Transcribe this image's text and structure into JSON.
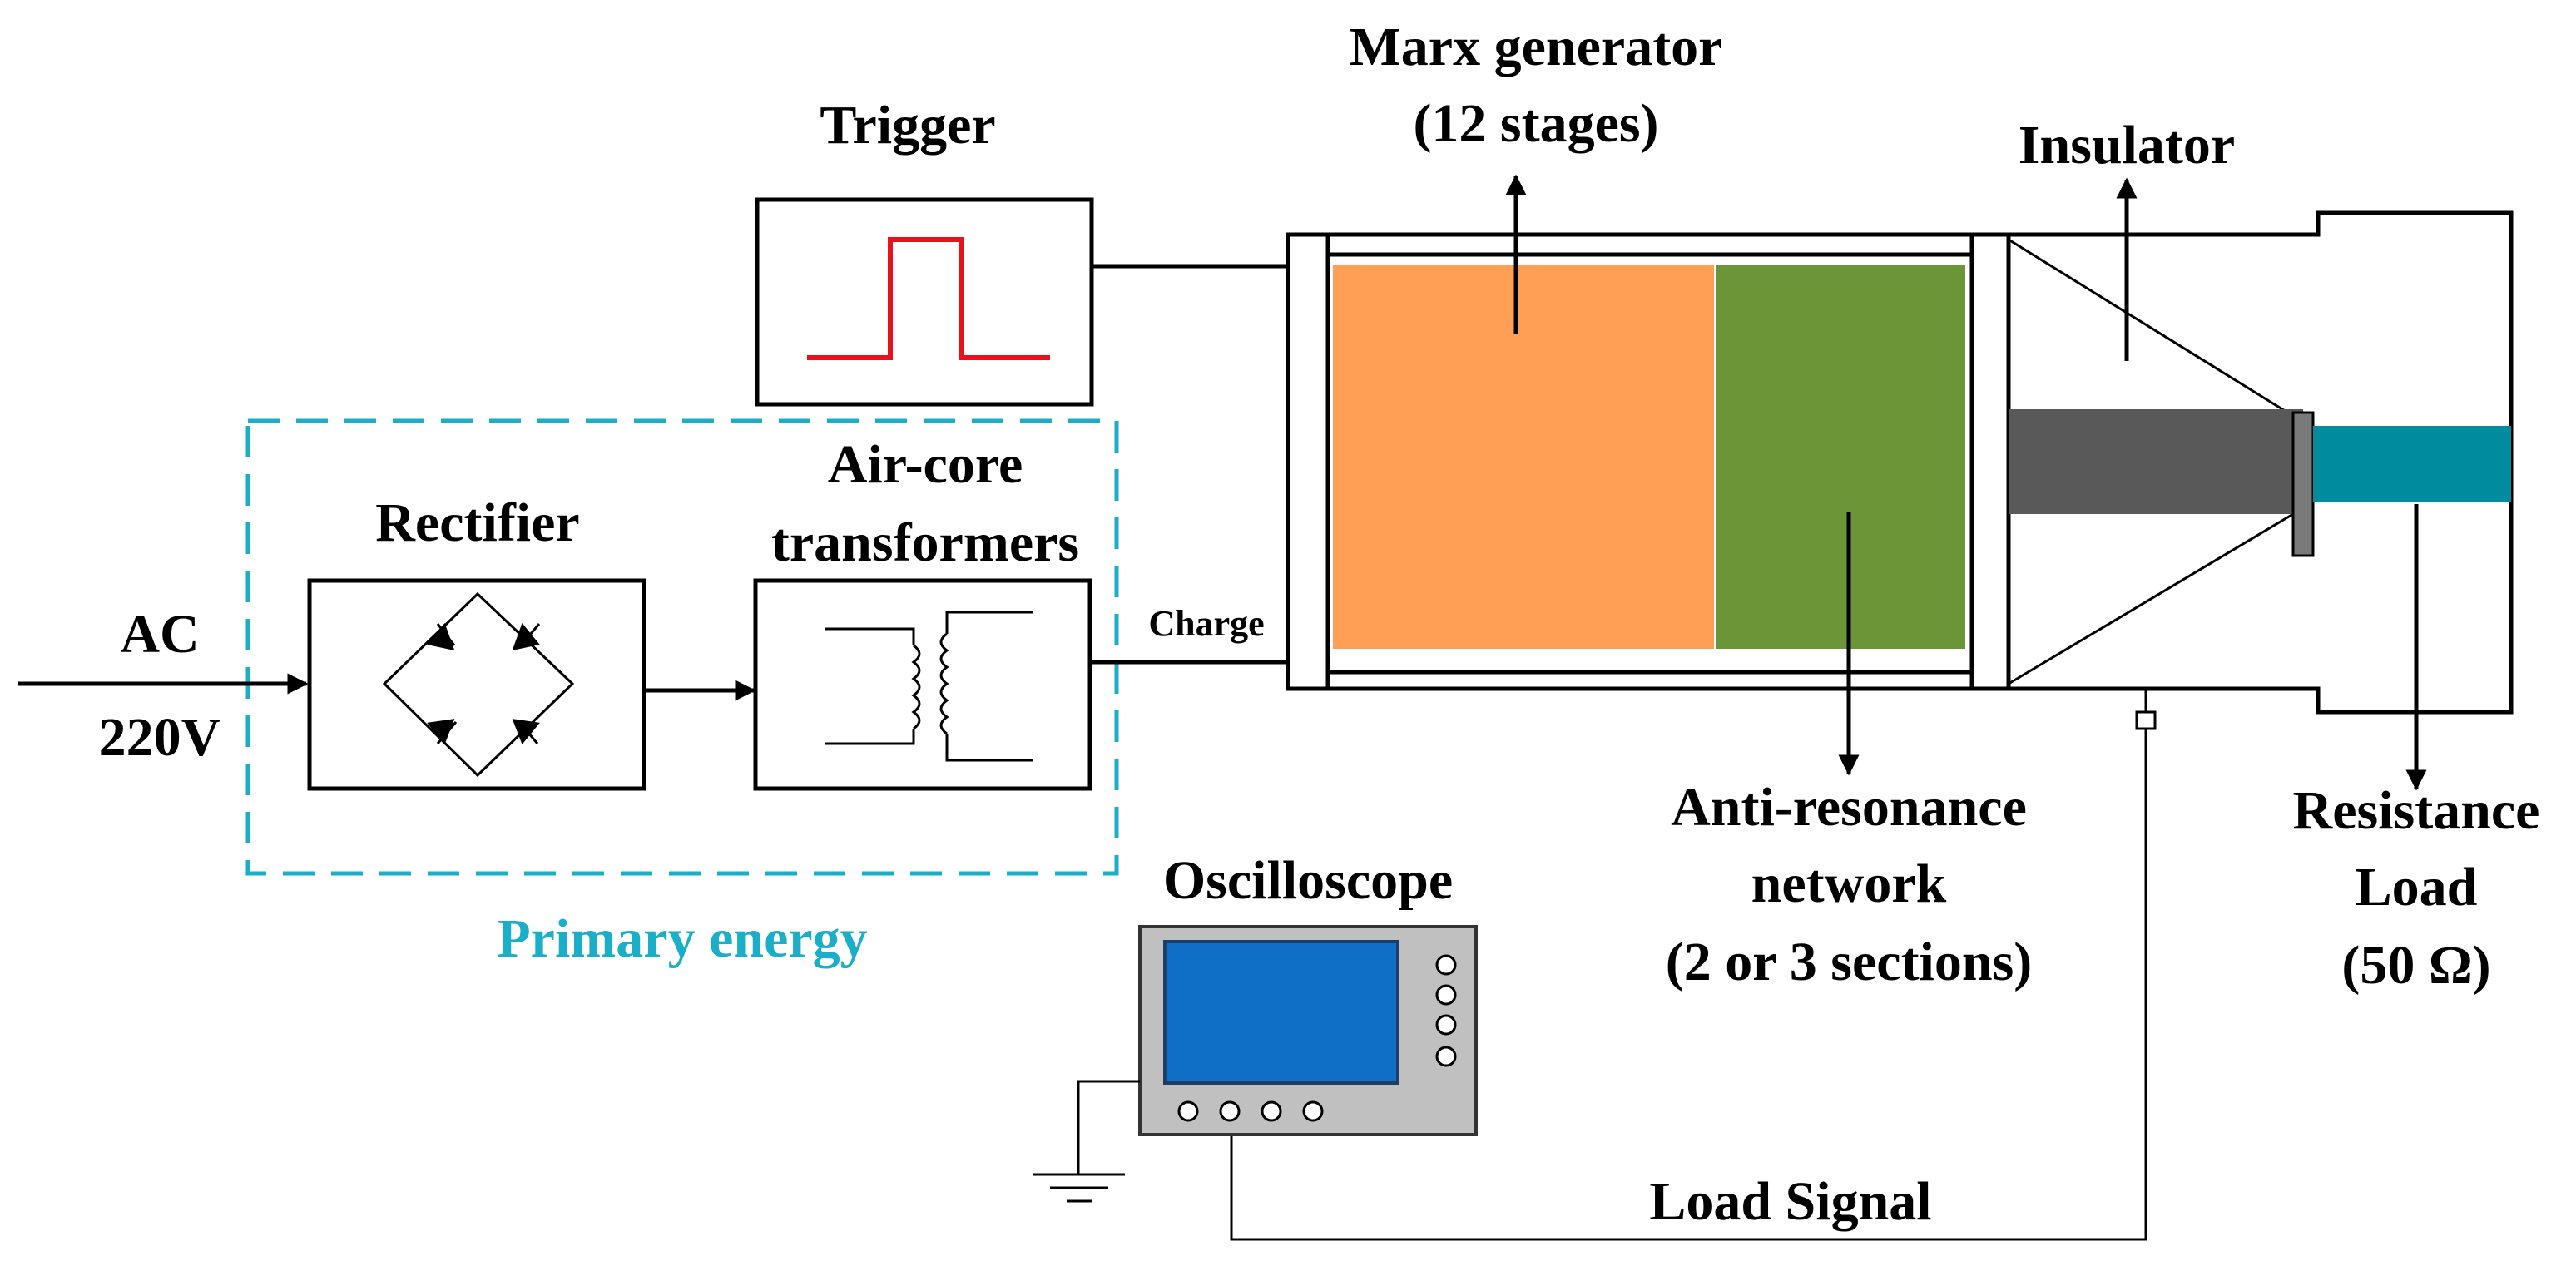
{
  "labels": {
    "marx_line1": "Marx generator",
    "marx_line2": "(12 stages)",
    "trigger": "Trigger",
    "insulator": "Insulator",
    "rectifier": "Rectifier",
    "aircore_line1": "Air-core",
    "aircore_line2": "transformers",
    "charge": "Charge",
    "ac": "AC",
    "voltage": "220V",
    "primary_energy": "Primary energy",
    "oscilloscope": "Oscilloscope",
    "anti_line1": "Anti-resonance",
    "anti_line2": "network",
    "anti_line3": "(2 or 3 sections)",
    "load_line1": "Resistance",
    "load_line2": "Load",
    "load_line3": "(50 Ω)",
    "load_signal": "Load Signal"
  },
  "colors": {
    "marx": "#ff9f55",
    "anti_resonance": "#6a9638",
    "primary_energy": "#1aaec8",
    "pulse": "#e8121d",
    "electrode": "#595959",
    "load": "#008c9e",
    "scope_body": "#c0c0c0",
    "scope_screen": "#0f6fc6"
  }
}
